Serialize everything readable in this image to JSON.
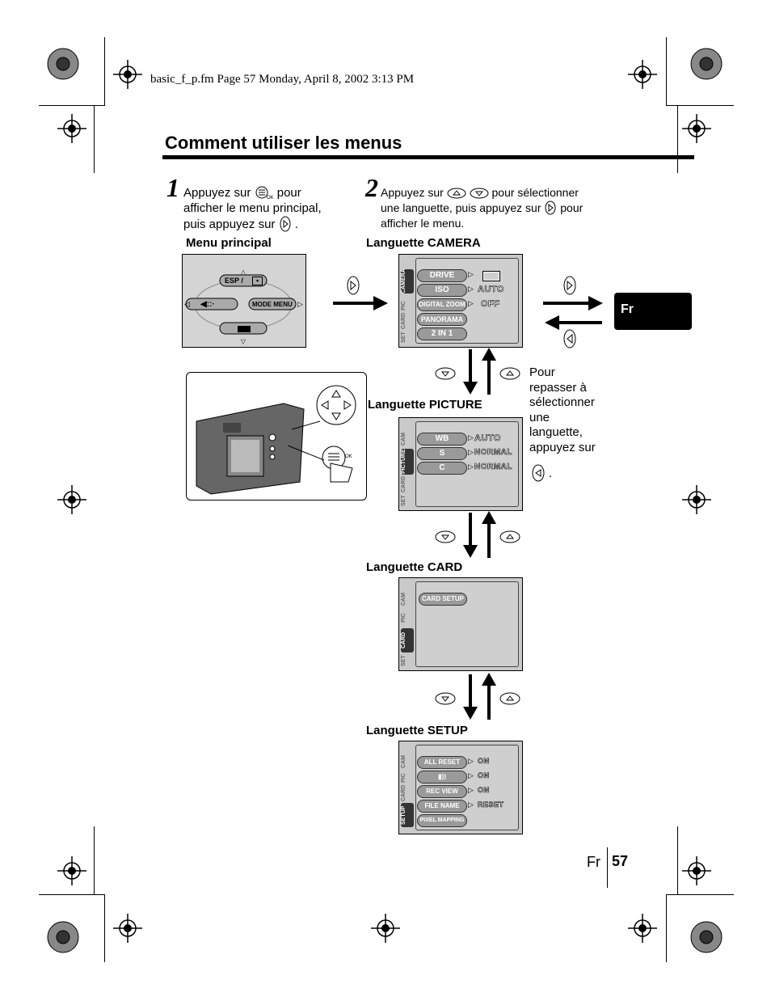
{
  "header": {
    "file_line": "basic_f_p.fm  Page 57  Monday, April 8, 2002  3:13 PM"
  },
  "title": "Comment utiliser les menus",
  "step1": {
    "number": "1",
    "line1a": "Appuyez sur",
    "line1b": "pour",
    "line2": "afficher le menu principal,",
    "line3a": "puis appuyez sur",
    "line3b": "."
  },
  "step2": {
    "number": "2",
    "line1a": "Appuyez sur",
    "line1b": "pour sélectionner",
    "line2a": "une languette, puis appuyez sur",
    "line2b": "pour",
    "line3": "afficher le menu."
  },
  "labels": {
    "menu_principal": "Menu principal",
    "camera": "Languette CAMERA",
    "picture": "Languette PICTURE",
    "card": "Languette CARD",
    "setup": "Languette SETUP"
  },
  "side_note": [
    "Pour",
    "repasser à",
    "sélectionner",
    "une",
    "languette,",
    "appuyez sur",
    "."
  ],
  "main_menu": {
    "esp": "ESP /",
    "mode_menu": "MODE MENU"
  },
  "camera_screen": {
    "tabs": [
      "CAMERA",
      "PIC",
      "CARD",
      "SET"
    ],
    "items": [
      {
        "label": "DRIVE",
        "value": ""
      },
      {
        "label": "ISO",
        "value": "AUTO"
      },
      {
        "label": "DIGITAL ZOOM",
        "value": "OFF"
      },
      {
        "label": "PANORAMA",
        "value": ""
      },
      {
        "label": "2 IN 1",
        "value": ""
      }
    ]
  },
  "picture_screen": {
    "tabs": [
      "CAM",
      "PICTURE",
      "CARD",
      "SET"
    ],
    "items": [
      {
        "label": "WB",
        "value": "AUTO"
      },
      {
        "label": "S",
        "value": "NORMAL"
      },
      {
        "label": "C",
        "value": "NORMAL"
      }
    ]
  },
  "card_screen": {
    "tabs": [
      "CAM",
      "PIC",
      "CARD",
      "SET"
    ],
    "items": [
      {
        "label": "CARD SETUP"
      }
    ]
  },
  "setup_screen": {
    "tabs": [
      "CAM",
      "PIC",
      "CARD",
      "SETUP"
    ],
    "items": [
      {
        "label": "ALL RESET",
        "value": "ON"
      },
      {
        "label": "▮))",
        "value": "ON"
      },
      {
        "label": "REC VIEW",
        "value": "ON"
      },
      {
        "label": "FILE NAME",
        "value": "RESET"
      },
      {
        "label": "PIXEL MAPPING",
        "value": ""
      }
    ]
  },
  "thumb_tab": "Fr",
  "footer": {
    "lang": "Fr",
    "page": "57"
  },
  "icons": {
    "ok_button": "menu-ok-button-icon",
    "right": "right-arrow-button-icon",
    "left": "left-arrow-button-icon",
    "up": "up-arrow-button-icon",
    "down": "down-arrow-button-icon"
  }
}
